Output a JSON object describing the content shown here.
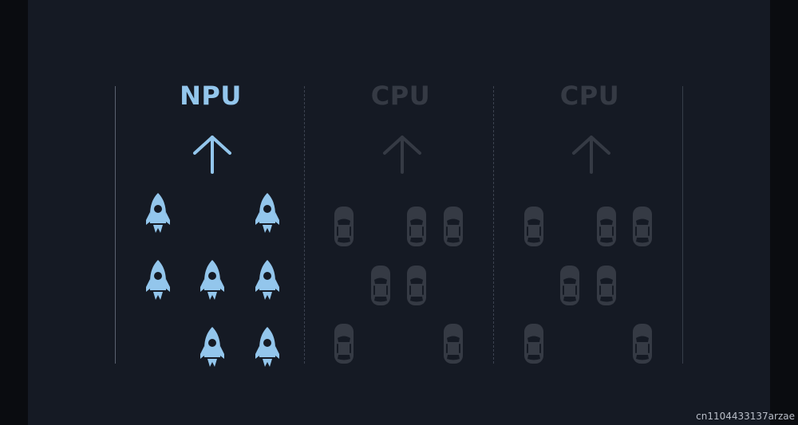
{
  "columns": [
    {
      "id": "npu",
      "label": "NPU",
      "color": "#93c6ec"
    },
    {
      "id": "cpu1",
      "label": "CPU",
      "color": "#353a44"
    },
    {
      "id": "cpu2",
      "label": "CPU",
      "color": "#353a44"
    }
  ],
  "icons": {
    "arrow": "up-arrow-icon",
    "rocket": "rocket-icon",
    "car": "car-icon"
  },
  "watermark": "cn1104433137arzae"
}
